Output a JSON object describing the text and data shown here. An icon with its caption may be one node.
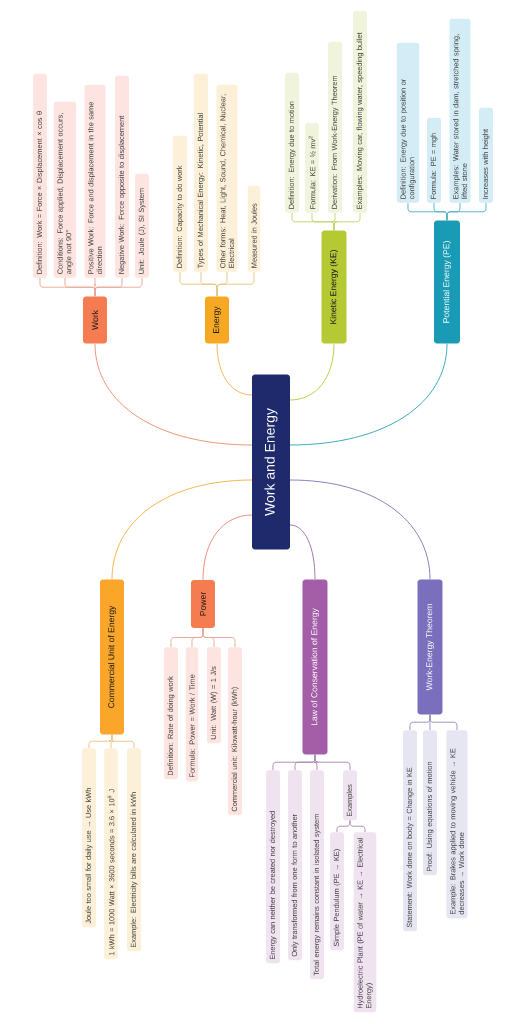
{
  "diagram": {
    "nodes": [
      {
        "text": [
          "Work and Energy"
        ]
      },
      {
        "text": [
          "Work"
        ]
      },
      {
        "text": [
          "Definition: Work = Force × Displacement × cos θ"
        ]
      },
      {
        "text": [
          "Conditions: Force applied, Displacement occurs, angle not 90°"
        ]
      },
      {
        "text": [
          "Positive Work: Force and displacement in the same direction"
        ]
      },
      {
        "text": [
          "Negative Work: Force opposite to displacement"
        ]
      },
      {
        "text": [
          "Unit: Joule (J), SI System"
        ]
      },
      {
        "text": [
          "Energy"
        ]
      },
      {
        "text": [
          "Definition: Capacity to do work"
        ]
      },
      {
        "text": [
          "Types of Mechanical Energy: Kinetic, Potential"
        ]
      },
      {
        "text": [
          "Other forms: Heat, Light, Sound, Chemical, Nuclear, Electrical"
        ]
      },
      {
        "text": [
          "Measured in Joules"
        ]
      },
      {
        "text": [
          "Kinetic Energy (KE)"
        ]
      },
      {
        "text": [
          "Definition: Energy due to motion"
        ]
      },
      {
        "text": [
          "Formula: KE = ½ mv$^{2}$"
        ]
      },
      {
        "text": [
          "Derivation: From Work-Energy Theorem"
        ]
      },
      {
        "text": [
          "Examples: Moving car, flowing water, speeding bullet"
        ]
      },
      {
        "text": [
          "Potential Energy (PE)"
        ]
      },
      {
        "text": [
          "Definition: Energy due to position or configuration"
        ]
      },
      {
        "text": [
          "Formula: PE = mgh"
        ]
      },
      {
        "text": [
          "Examples: Water stored in dam, stretched spring, lifted stone"
        ]
      },
      {
        "text": [
          "Increases with height"
        ]
      },
      {
        "text": [
          "Commercial Unit of Energy"
        ]
      },
      {
        "text": [
          "Joule too small for daily use → Use kWh"
        ]
      },
      {
        "text": [
          "1 kWh = 1000 Watt × 3600 seconds = 3.6 × 10$^{6}$ J"
        ]
      },
      {
        "text": [
          "Example: Electricity bills are calculated in kWh"
        ]
      },
      {
        "text": [
          "Power"
        ]
      },
      {
        "text": [
          "Definition: Rate of doing work"
        ]
      },
      {
        "text": [
          "Formula: Power = Work / Time"
        ]
      },
      {
        "text": [
          "Unit: Watt (W) = 1 J/s"
        ]
      },
      {
        "text": [
          "Commercial unit: Kilowatt-hour (kWh)"
        ]
      },
      {
        "text": [
          "Law of Conservation of Energy"
        ]
      },
      {
        "text": [
          "Energy can neither be created nor destroyed"
        ]
      },
      {
        "text": [
          "Only transformed from one form to another"
        ]
      },
      {
        "text": [
          "Total energy remains constant in isolated system"
        ]
      },
      {
        "text": [
          "Examples"
        ]
      },
      {
        "text": [
          "Simple Pendulum (PE → KE)"
        ]
      },
      {
        "text": [
          "Hydroelectric Plant (PE of water → KE → Electrical Energy)"
        ]
      },
      {
        "text": [
          "Work-Energy Theorem"
        ]
      },
      {
        "text": [
          "Statement: Work done on body = Change in KE"
        ]
      },
      {
        "text": [
          "Proof: Using equations of motion"
        ]
      },
      {
        "text": [
          "Example: Brakes applied to moving vehicle → KE decreases → Work done"
        ]
      }
    ],
    "edges": [
      {
        "from": 0,
        "to": 1,
        "arrow": "none",
        "color": "#ee8a6c"
      },
      {
        "from": 0,
        "to": 7,
        "arrow": "none",
        "color": "#eeb24a"
      },
      {
        "from": 0,
        "to": 12,
        "arrow": "none",
        "color": "#b5c934"
      },
      {
        "from": 0,
        "to": 17,
        "arrow": "none",
        "color": "#2aa0b8"
      },
      {
        "from": 0,
        "to": 22,
        "arrow": "none",
        "color": "#f2b040"
      },
      {
        "from": 0,
        "to": 26,
        "arrow": "none",
        "color": "#e8856a"
      },
      {
        "from": 0,
        "to": 31,
        "arrow": "none",
        "color": "#9a6aa6"
      },
      {
        "from": 0,
        "to": 38,
        "arrow": "none",
        "color": "#7a74b8"
      },
      {
        "from": 1,
        "to": 2,
        "arrow": "none",
        "color": "#e8a393"
      },
      {
        "from": 1,
        "to": 3,
        "arrow": "none",
        "color": "#e8a393"
      },
      {
        "from": 1,
        "to": 4,
        "arrow": "none",
        "color": "#e8a393"
      },
      {
        "from": 1,
        "to": 5,
        "arrow": "none",
        "color": "#e8a393"
      },
      {
        "from": 1,
        "to": 6,
        "arrow": "none",
        "color": "#e8a393"
      },
      {
        "from": 7,
        "to": 8,
        "arrow": "none",
        "color": "#e6c27a"
      },
      {
        "from": 7,
        "to": 9,
        "arrow": "none",
        "color": "#e6c27a"
      },
      {
        "from": 7,
        "to": 10,
        "arrow": "none",
        "color": "#e6c27a"
      },
      {
        "from": 7,
        "to": 11,
        "arrow": "none",
        "color": "#e6c27a"
      },
      {
        "from": 12,
        "to": 13,
        "arrow": "none",
        "color": "#c4d066"
      },
      {
        "from": 12,
        "to": 14,
        "arrow": "none",
        "color": "#c4d066"
      },
      {
        "from": 12,
        "to": 15,
        "arrow": "none",
        "color": "#c4d066"
      },
      {
        "from": 12,
        "to": 16,
        "arrow": "none",
        "color": "#c4d066"
      },
      {
        "from": 17,
        "to": 18,
        "arrow": "none",
        "color": "#4aaec4"
      },
      {
        "from": 17,
        "to": 19,
        "arrow": "none",
        "color": "#4aaec4"
      },
      {
        "from": 17,
        "to": 20,
        "arrow": "none",
        "color": "#4aaec4"
      },
      {
        "from": 17,
        "to": 21,
        "arrow": "none",
        "color": "#4aaec4"
      },
      {
        "from": 22,
        "to": 23,
        "arrow": "none",
        "color": "#e6c27a"
      },
      {
        "from": 22,
        "to": 24,
        "arrow": "none",
        "color": "#e6c27a"
      },
      {
        "from": 22,
        "to": 25,
        "arrow": "none",
        "color": "#e6c27a"
      },
      {
        "from": 26,
        "to": 27,
        "arrow": "none",
        "color": "#e8a393"
      },
      {
        "from": 26,
        "to": 28,
        "arrow": "none",
        "color": "#e8a393"
      },
      {
        "from": 26,
        "to": 29,
        "arrow": "none",
        "color": "#e8a393"
      },
      {
        "from": 26,
        "to": 30,
        "arrow": "none",
        "color": "#e8a393"
      },
      {
        "from": 31,
        "to": 32,
        "arrow": "none",
        "color": "#a884ad"
      },
      {
        "from": 31,
        "to": 33,
        "arrow": "none",
        "color": "#a884ad"
      },
      {
        "from": 31,
        "to": 34,
        "arrow": "none",
        "color": "#a884ad"
      },
      {
        "from": 31,
        "to": 35,
        "arrow": "none",
        "color": "#a884ad"
      },
      {
        "from": 35,
        "to": 36,
        "arrow": "none",
        "color": "#a884ad"
      },
      {
        "from": 35,
        "to": 37,
        "arrow": "none",
        "color": "#a884ad"
      },
      {
        "from": 38,
        "to": 39,
        "arrow": "none",
        "color": "#8e8ab8"
      },
      {
        "from": 38,
        "to": 40,
        "arrow": "none",
        "color": "#8e8ab8"
      },
      {
        "from": 38,
        "to": 41,
        "arrow": "none",
        "color": "#8e8ab8"
      }
    ]
  }
}
